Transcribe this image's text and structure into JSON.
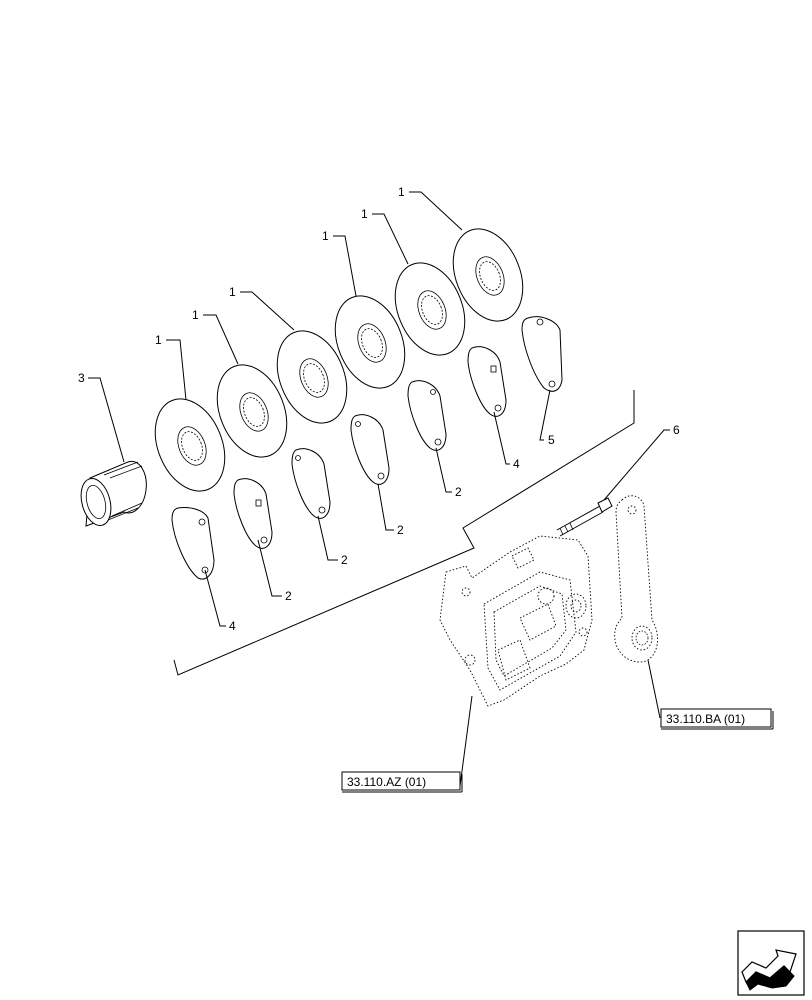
{
  "callouts": {
    "disc_1a": "1",
    "disc_1b": "1",
    "disc_1c": "1",
    "disc_1d": "1",
    "disc_1e": "1",
    "disc_1f": "1",
    "plate_2a": "2",
    "plate_2b": "2",
    "plate_2c": "2",
    "plate_2d": "2",
    "sleeve_3": "3",
    "plate_4a": "4",
    "plate_4b": "4",
    "plate_5": "5",
    "bolt_6": "6"
  },
  "references": {
    "housing": "33.110.AZ (01)",
    "lever": "33.110.BA (01)"
  },
  "nav_icon": "next-page-arrow-icon"
}
